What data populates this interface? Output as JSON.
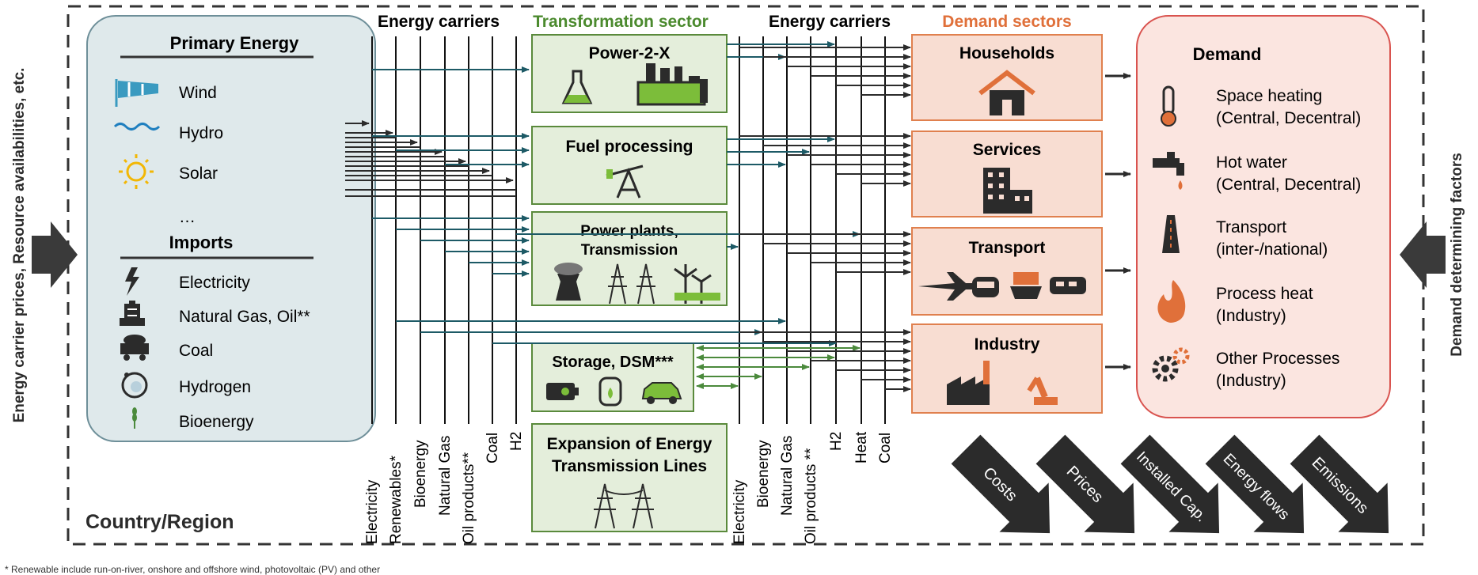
{
  "left_factor": "Energy carrier prices, Resource availabilities, etc.",
  "right_factor": "Demand determining factors",
  "region_label": "Country/Region",
  "footnote": "* Renewable include run-on-river, onshore and offshore wind, photovoltaic (PV) and other",
  "primary": {
    "title": "Primary Energy",
    "items": [
      "Wind",
      "Hydro",
      "Solar",
      "…"
    ],
    "imports_title": "Imports",
    "imports": [
      "Electricity",
      "Natural Gas, Oil**",
      "Coal",
      "Hydrogen",
      "Bioenergy"
    ]
  },
  "carriers_left": {
    "title": "Energy carriers",
    "labels": [
      "Electricity",
      "Renewables*",
      "Bioenergy",
      "Natural Gas",
      "Oil products**",
      "Coal",
      "H2"
    ]
  },
  "transformation": {
    "title": "Transformation sector",
    "boxes": [
      "Power-2-X",
      "Fuel processing",
      "Power plants,",
      "Transmission",
      "Storage, DSM***",
      "Expansion of Energy",
      "Transmission Lines"
    ]
  },
  "carriers_right": {
    "title": "Energy carriers",
    "labels": [
      "Electricity",
      "Bioenergy",
      "Natural Gas",
      "Oil products **",
      "H2",
      "Heat",
      "Coal"
    ]
  },
  "demand_sectors": {
    "title": "Demand sectors",
    "boxes": [
      "Households",
      "Services",
      "Transport",
      "Industry"
    ]
  },
  "demand": {
    "title": "Demand",
    "items": [
      {
        "line1": "Space heating",
        "line2": "(Central, Decentral)"
      },
      {
        "line1": "Hot water",
        "line2": "(Central, Decentral)"
      },
      {
        "line1": "Transport",
        "line2": "(inter-/national)"
      },
      {
        "line1": "Process heat",
        "line2": "(Industry)"
      },
      {
        "line1": "Other Processes",
        "line2": "(Industry)"
      }
    ]
  },
  "outputs": [
    "Costs",
    "Prices",
    "Installed Cap.",
    "Energy flows",
    "Emissions"
  ],
  "colors": {
    "primary_fill": "#dfe9eb",
    "primary_stroke": "#6e8f99",
    "green_fill": "#e4eedb",
    "green_stroke": "#5a8a3c",
    "green_title": "#4b8a2e",
    "demand_fill": "#f8ddd2",
    "demand_stroke": "#e0804e",
    "orange_title": "#e0703a",
    "right_fill": "#fbe5e0",
    "right_stroke": "#d9534f",
    "teal_arrow": "#1d5a66",
    "green_arrow": "#4b8a3c",
    "dark": "#2b2b2b"
  }
}
